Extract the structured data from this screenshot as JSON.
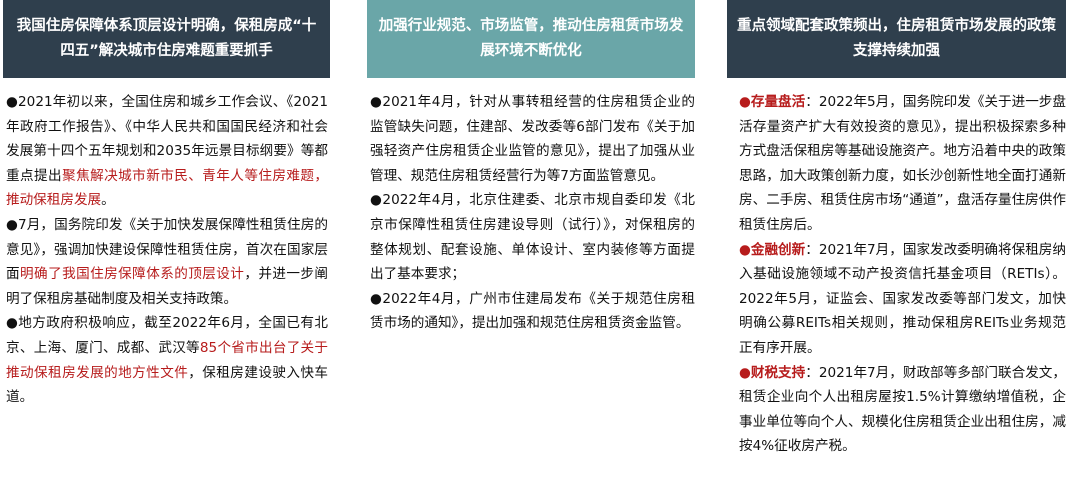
{
  "columns": [
    {
      "header": "我国住房保障体系顶层设计明确，保租房成“十四五”解决城市住房难题重要抓手",
      "paragraphs": [
        {
          "bullet": "●",
          "pre": "2021年初以来，全国住房和城乡工作会议、《2021年政府工作报告》、《中华人民共和国国民经济和社会发展第十四个五年规划和2035年远景目标纲要》等都重点提出",
          "highlight": "聚焦解决城市新市民、青年人等住房难题，推动保租房发展",
          "post": "。"
        },
        {
          "bullet": "●",
          "pre": "7月，国务院印发《关于加快发展保障性租赁住房的意见》，强调加快建设保障性租赁住房，首次在国家层面",
          "highlight": "明确了我国住房保障体系的顶层设计",
          "post": "，并进一步阐明了保租房基础制度及相关支持政策。"
        },
        {
          "bullet": "●",
          "pre": "地方政府积极响应，截至2022年6月，全国已有北京、上海、厦门、成都、武汉等",
          "highlight": "85个省市出台了关于推动保租房发展的地方性文件",
          "post": "，保租房建设驶入快车道。"
        }
      ]
    },
    {
      "header": "加强行业规范、市场监管，推动住房租赁市场发展环境不断优化",
      "paragraphs": [
        {
          "bullet": "●",
          "text": "2021年4月，针对从事转租经营的住房租赁企业的监管缺失问题，住建部、发改委等6部门发布《关于加强轻资产住房租赁企业监管的意见》，提出了加强从业管理、规范住房租赁经营行为等7方面监管意见。"
        },
        {
          "bullet": "●",
          "text": "2022年4月，北京住建委、北京市规自委印发《北京市保障性租赁住房建设导则（试行）》，对保租房的整体规划、配套设施、单体设计、室内装修等方面提出了基本要求；"
        },
        {
          "bullet": "●",
          "text": "2022年4月，广州市住建局发布《关于规范住房租赁市场的通知》，提出加强和规范住房租赁资金监管。"
        }
      ]
    },
    {
      "header": "重点领域配套政策频出，住房租赁市场发展的政策支撑持续加强",
      "paragraphs": [
        {
          "bullet": "●",
          "keyword": "存量盘活",
          "text": "：2022年5月，国务院印发《关于进一步盘活存量资产扩大有效投资的意见》，提出积极探索多种方式盘活保租房等基础设施资产。地方沿着中央的政策思路，加大政策创新力度，如长沙创新性地全面打通新房、二手房、租赁住房市场“通道”，盘活存量住房供作租赁住房后。"
        },
        {
          "bullet": "●",
          "keyword": "金融创新",
          "text": "：2021年7月，国家发改委明确将保租房纳入基础设施领域不动产投资信托基金项目（RETIs）。2022年5月，证监会、国家发改委等部门发文，加快明确公募REITs相关规则，推动保租房REITs业务规范正有序开展。"
        },
        {
          "bullet": "●",
          "keyword": "财税支持",
          "text": "：2021年7月，财政部等多部门联合发文，租赁企业向个人出租房屋按1.5%计算缴纳增值税，企事业单位等向个人、规模化住房租赁企业出租住房，减按4%征收房产税。"
        }
      ]
    }
  ],
  "colors": {
    "header_dark": "#2f3f4d",
    "header_teal": "#6aa6a8",
    "highlight_red": "#b71c1c"
  }
}
